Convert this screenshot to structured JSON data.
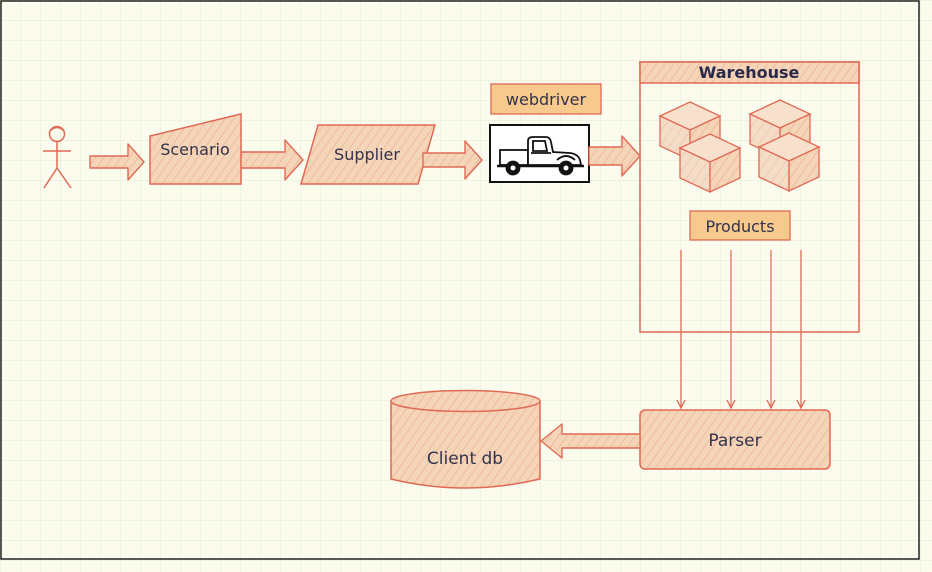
{
  "diagram": {
    "nodes": {
      "user": {
        "label": ""
      },
      "scenario": {
        "label": "Scenario"
      },
      "supplier": {
        "label": "Supplier"
      },
      "webdriver": {
        "label": "webdriver"
      },
      "warehouse": {
        "label": "Warehouse"
      },
      "products": {
        "label": "Products"
      },
      "parser": {
        "label": "Parser"
      },
      "client_db": {
        "label": "Client db"
      }
    },
    "colors": {
      "stroke": "#e06a55",
      "fill": "#f5d5b8",
      "tag_fill": "#f8c98d",
      "hatch": "#eeb49a",
      "grid": "#e4ead2",
      "background": "#fbfbee",
      "text": "#33334d"
    },
    "icons": [
      "stick-figure-icon",
      "truck-icon",
      "box-icon"
    ]
  }
}
